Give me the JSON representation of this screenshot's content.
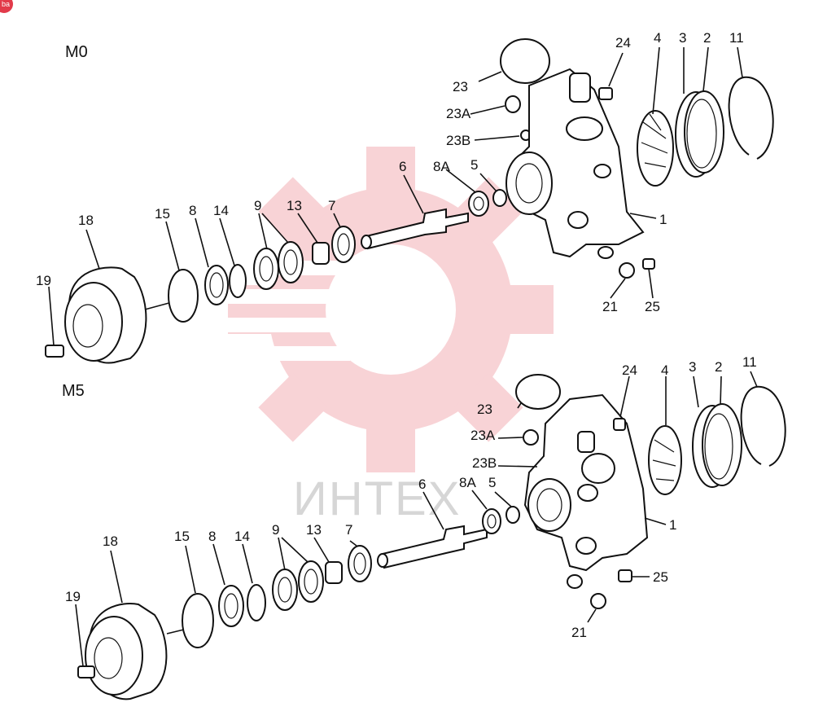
{
  "corner_badge": "ba",
  "watermark": {
    "text": "ИНТЕХ",
    "color": "#e23a4a"
  },
  "assemblies": [
    {
      "title": "M0",
      "labels": [
        "23",
        "23A",
        "23B",
        "24",
        "4",
        "3",
        "2",
        "11",
        "6",
        "8A",
        "5",
        "1",
        "18",
        "15",
        "8",
        "14",
        "9",
        "13",
        "7",
        "19",
        "21",
        "25"
      ]
    },
    {
      "title": "M5",
      "labels": [
        "23",
        "23A",
        "23B",
        "24",
        "4",
        "3",
        "2",
        "11",
        "6",
        "8A",
        "5",
        "1",
        "18",
        "15",
        "8",
        "14",
        "9",
        "13",
        "7",
        "19",
        "21",
        "25"
      ]
    }
  ]
}
